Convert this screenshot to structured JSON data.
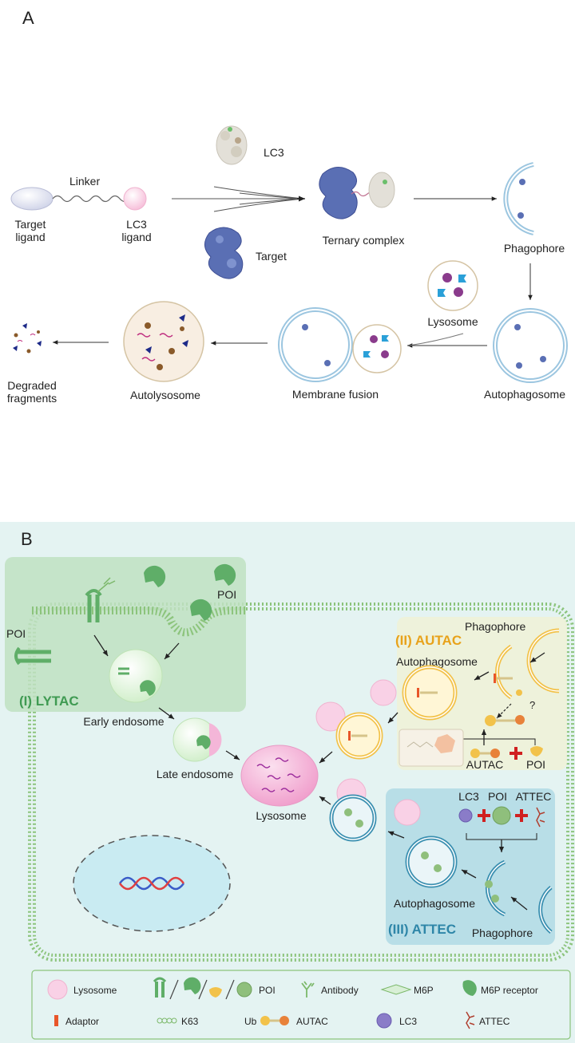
{
  "panel_a": {
    "label": "A",
    "linker": "Linker",
    "target_ligand": [
      "Target",
      "ligand"
    ],
    "lc3_ligand": [
      "LC3",
      "ligand"
    ],
    "lc3": "LC3",
    "target": "Target",
    "ternary_complex": "Ternary complex",
    "phagophore": "Phagophore",
    "lysosome": "Lysosome",
    "autophagosome": "Autophagosome",
    "membrane_fusion": "Membrane fusion",
    "autolysosome": "Autolysosome",
    "degraded_fragments": [
      "Degraded",
      "fragments"
    ]
  },
  "panel_b": {
    "label": "B",
    "poi_top": "POI",
    "poi_left": "POI",
    "lytac_title": "(I) LYTAC",
    "early_endosome": "Early endosome",
    "late_endosome": "Late endosome",
    "lysosome": "Lysosome",
    "autac_title": "(II) AUTAC",
    "autac_phagophore": "Phagophore",
    "autac_autophagosome": "Autophagosome",
    "question_mark": "?",
    "autac_label": "AUTAC",
    "autac_poi": "POI",
    "attec_title": "(III) ATTEC",
    "attec_lc3": "LC3",
    "attec_poi": "POI",
    "attec_attec": "ATTEC",
    "attec_autophagosome": "Autophagosome",
    "attec_phagophore": "Phagophore"
  },
  "legend": {
    "lysosome": "Lysosome",
    "poi": "POI",
    "antibody": "Antibody",
    "m6p": "M6P",
    "m6p_receptor": "M6P receptor",
    "adaptor": "Adaptor",
    "k63": "K63",
    "ub": "Ub",
    "autac": "AUTAC",
    "lc3": "LC3",
    "attec": "ATTEC"
  },
  "colors": {
    "panel_b_bg": "#e4f3f2",
    "lytac_box": "#bfe0c2",
    "autac_box": "#eef2d8",
    "attec_box": "#b3dbe6",
    "membrane": "#8cc47c",
    "lysosome": "#f4b6d8",
    "autac_text": "#e8a21a",
    "lytac_text": "#3f9a52",
    "attec_text": "#2e86a8",
    "protein_blue": "#5a6fb4",
    "vesicle_blue": "#8db8d8"
  }
}
